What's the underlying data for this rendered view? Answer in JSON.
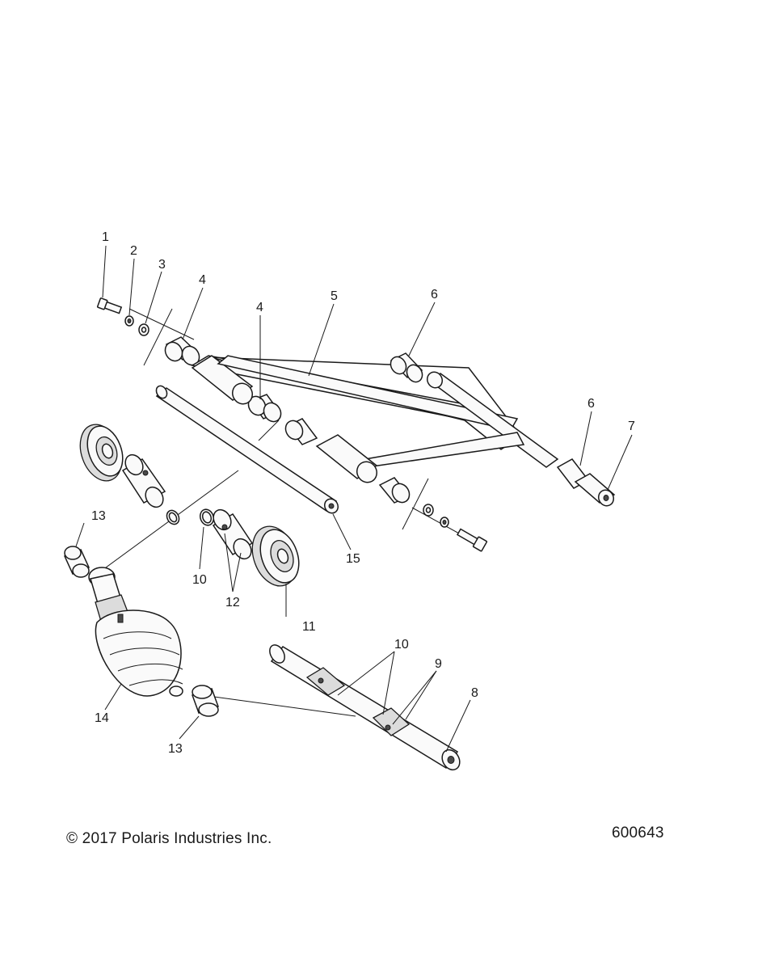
{
  "footer": {
    "copyright": "© 2017 Polaris Industries Inc.",
    "drawing_number": "600643"
  },
  "callouts": {
    "c1": "1",
    "c2": "2",
    "c3": "3",
    "c4a": "4",
    "c4b": "4",
    "c5": "5",
    "c6a": "6",
    "c6b": "6",
    "c7": "7",
    "c8": "8",
    "c9": "9",
    "c10a": "10",
    "c10b": "10",
    "c11": "11",
    "c12": "12",
    "c13a": "13",
    "c13b": "13",
    "c14": "14",
    "c15": "15"
  }
}
